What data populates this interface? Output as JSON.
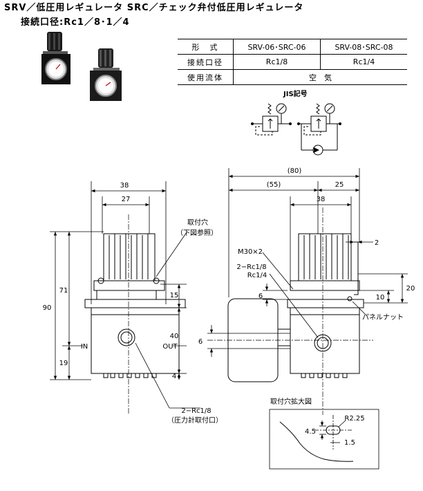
{
  "title": {
    "line1": "SRV／低圧用レギュレータ SRC／チェック弁付低圧用レギュレータ",
    "line2": "接続口径:Rc1／8･1／4"
  },
  "spec_table": {
    "rows": [
      [
        "形　式",
        "SRV-06･SRC-06",
        "SRV-08･SRC-08"
      ],
      [
        "接続口径",
        "Rc1/8",
        "Rc1/4"
      ],
      [
        "使用流体",
        "空　気"
      ]
    ]
  },
  "jis": {
    "label": "JIS記号"
  },
  "front_view": {
    "dim_38": "38",
    "dim_27": "27",
    "dim_71": "71",
    "dim_90": "90",
    "dim_19": "19",
    "dim_15": "15",
    "dim_40": "40",
    "dim_4": "4",
    "in_label": "IN",
    "out_label": "OUT",
    "mount_hole_label_1": "取付穴",
    "mount_hole_label_2": "（下図参照）",
    "port_label_1": "2−Rc1/8",
    "port_label_2": "（圧力計取付口）"
  },
  "side_view": {
    "dim_80": "(80)",
    "dim_55": "(55)",
    "dim_25": "25",
    "dim_38": "38",
    "dim_2": "2",
    "dim_20": "20",
    "dim_10": "10",
    "dim_6a": "6",
    "dim_6b": "6",
    "m30_label": "M30×2",
    "rc_label_1": "2−Rc1/8",
    "rc_label_2": "Rc1/4",
    "panel_nut_label": "パネルナット"
  },
  "detail": {
    "title": "取付穴拡大図",
    "r_label": "R2.25",
    "dim_45": "4.5",
    "dim_15": "1.5"
  }
}
